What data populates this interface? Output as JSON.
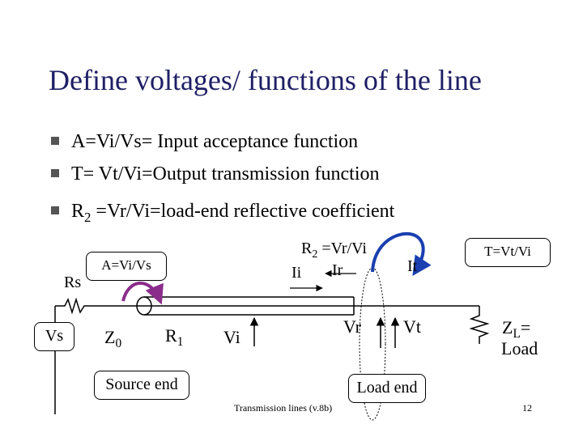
{
  "title": "Define voltages/ functions of the line",
  "bullets": [
    {
      "text": "A=Vi/Vs= Input acceptance function"
    },
    {
      "text": "T= Vt/Vi=Output transmission function"
    },
    {
      "prefix": "R",
      "sub": "2",
      "rest": " =Vr/Vi=load-end reflective coefficient"
    }
  ],
  "diagram": {
    "rs": "Rs",
    "vs": "Vs",
    "a_label": "A=Vi/Vs",
    "z0": {
      "main": "Z",
      "sub": "0"
    },
    "r1": {
      "main": "R",
      "sub": "1"
    },
    "vi": "Vi",
    "ii": "Ii",
    "ir": "Ir",
    "r2_label": {
      "main": "R",
      "sub": "2",
      "rest": " =Vr/Vi"
    },
    "it": "It",
    "vr": "Vr",
    "vt": "Vt",
    "t_label": "T=Vt/Vi",
    "zl": {
      "main": "Z",
      "sub": "L",
      "rest": "="
    },
    "load": "Load",
    "source_end": "Source end",
    "load_end": "Load end",
    "colors": {
      "accent_arrow": "#8b2d8b",
      "bracket": "#1a3fb0"
    }
  },
  "footer": {
    "caption": "Transmission lines (v.8b)",
    "page_number": "12"
  }
}
